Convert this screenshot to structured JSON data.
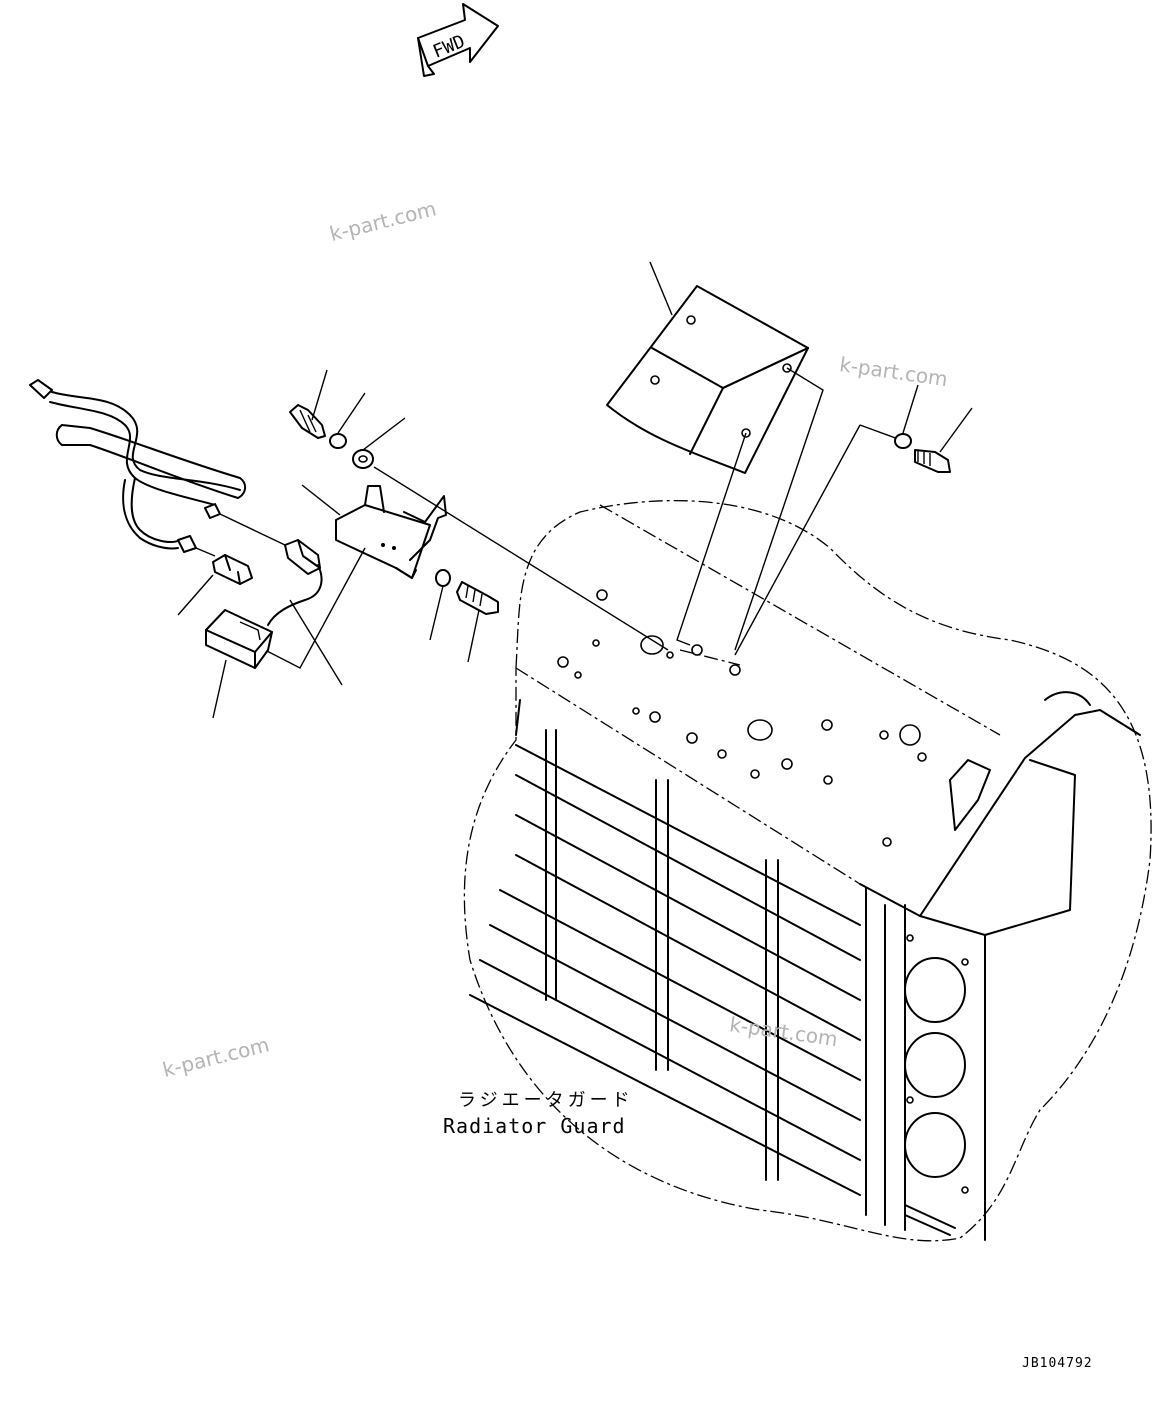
{
  "fwd_arrow": {
    "text": "FWD"
  },
  "watermarks": [
    "k-part.com",
    "k-part.com",
    "k-part.com",
    "k-part.com"
  ],
  "radiator_guard": {
    "label_jp": "ラジエータガード",
    "label_en": "Radiator Guard"
  },
  "drawing_code": "JB104792"
}
